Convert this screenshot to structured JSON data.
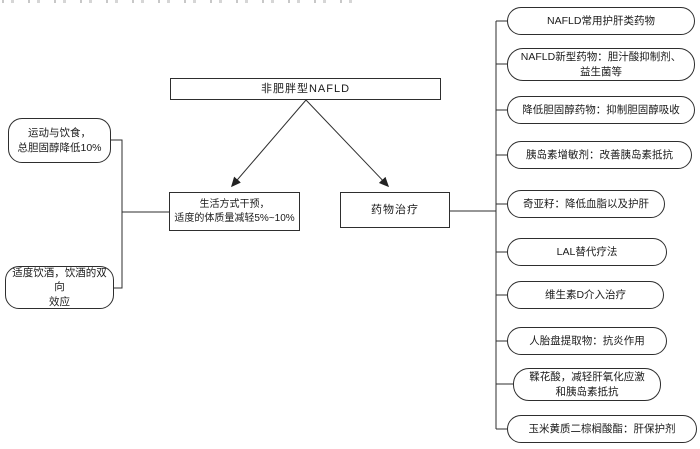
{
  "diagram": {
    "root": "非肥胖型NAFLD",
    "lifestyle": {
      "label": "生活方式干预，\n适度的体质量减轻5%~10%",
      "items": [
        {
          "label": "运动与饮食，\n总胆固醇降低10%"
        },
        {
          "label": "适度饮酒，饮酒的双向\n效应"
        }
      ]
    },
    "drug": {
      "label": "药物治疗",
      "items": [
        {
          "label": "NAFLD常用护肝类药物"
        },
        {
          "label": "NAFLD新型药物：胆汁酸抑制剂、\n益生菌等"
        },
        {
          "label": "降低胆固醇药物：抑制胆固醇吸收"
        },
        {
          "label": "胰岛素增敏剂：改善胰岛素抵抗"
        },
        {
          "label": "奇亚籽：降低血脂以及护肝"
        },
        {
          "label": "LAL替代疗法"
        },
        {
          "label": "维生素D介入治疗"
        },
        {
          "label": "人胎盘提取物：抗炎作用"
        },
        {
          "label": "鞣花酸，减轻肝氧化应激\n和胰岛素抵抗"
        },
        {
          "label": "玉米黄质二棕榈酸酯：肝保护剂"
        }
      ]
    },
    "line_color": "#2e2e2e"
  }
}
